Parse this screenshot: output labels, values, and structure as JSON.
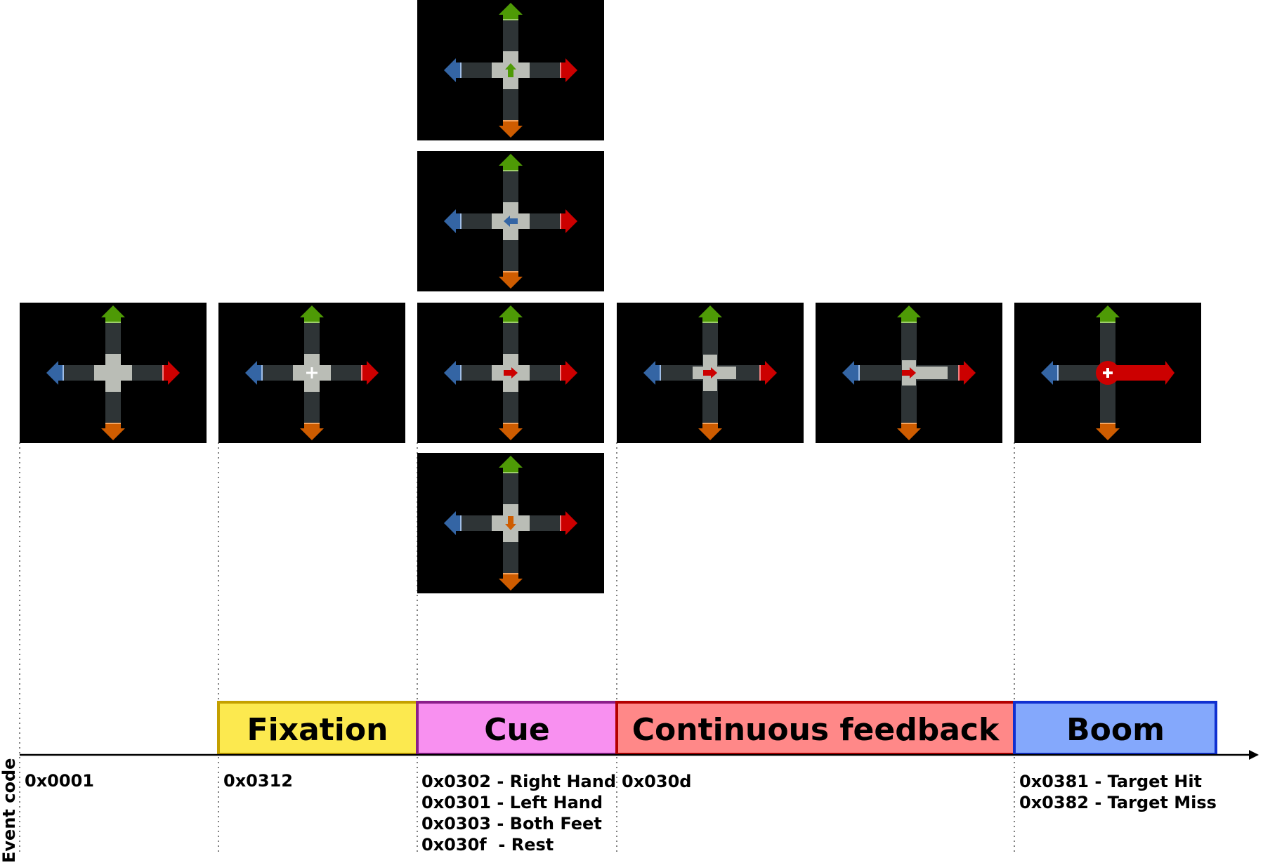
{
  "colors": {
    "up_arrow": "#4e9a06",
    "left_arrow": "#3465a4",
    "right_arrow": "#cc0000",
    "down_arrow": "#ce5c00",
    "bar": "#2e3436",
    "center": "#babdb6",
    "screen_bg": "#000000"
  },
  "axis": {
    "label": "Event code"
  },
  "screens": [
    {
      "id": "start",
      "variant": "plain"
    },
    {
      "id": "fixation",
      "variant": "fixation-cross"
    },
    {
      "id": "cue-up",
      "variant": "cue-up"
    },
    {
      "id": "cue-left",
      "variant": "cue-left"
    },
    {
      "id": "cue-right",
      "variant": "cue-right"
    },
    {
      "id": "cue-down",
      "variant": "cue-down"
    },
    {
      "id": "feedback-1",
      "variant": "feedback-small"
    },
    {
      "id": "feedback-2",
      "variant": "feedback-large"
    },
    {
      "id": "boom",
      "variant": "boom"
    }
  ],
  "phases": [
    {
      "label": "Fixation",
      "fill": "#fce94f",
      "stroke": "#c4a000"
    },
    {
      "label": "Cue",
      "fill": "#f890f0",
      "stroke": "#8b1e8b"
    },
    {
      "label": "Continuous feedback",
      "fill": "#ff8888",
      "stroke": "#b40000"
    },
    {
      "label": "Boom",
      "fill": "#84a8fc",
      "stroke": "#1030d0"
    }
  ],
  "codes": {
    "start": [
      "0x0001"
    ],
    "fixation": [
      "0x0312"
    ],
    "cue": [
      "0x0302 - Right Hand",
      "0x0301 - Left Hand",
      "0x0303 - Both Feet",
      "0x030f  - Rest"
    ],
    "feedback": [
      "0x030d"
    ],
    "boom": [
      "0x0381 - Target Hit",
      "0x0382 - Target Miss"
    ]
  }
}
